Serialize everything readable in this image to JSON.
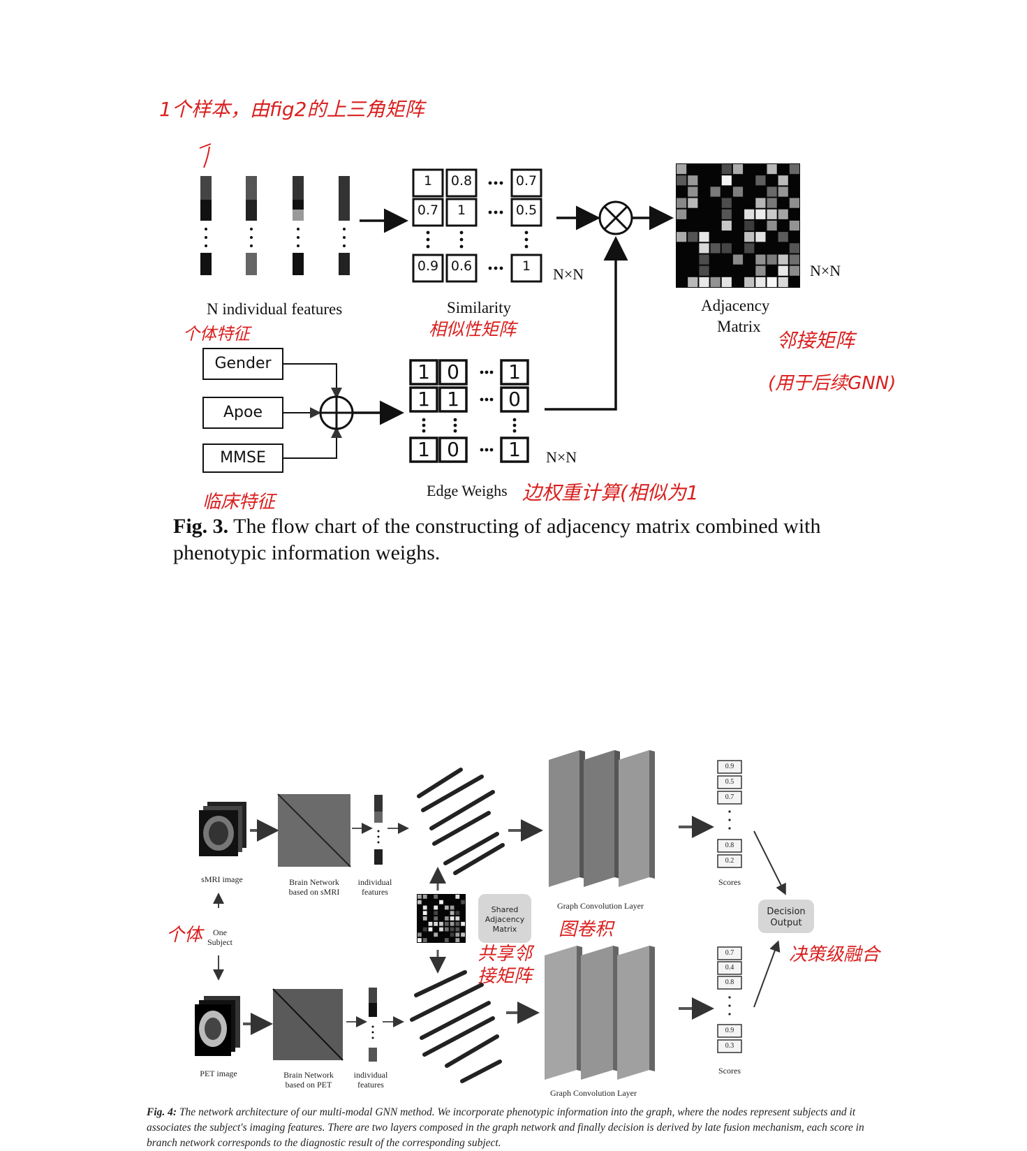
{
  "fig3": {
    "annotation_top": "1个样本，由fig2的上三角矩阵",
    "sim_values": [
      "1",
      "0.8",
      "0.7",
      "0.7",
      "1",
      "0.5",
      "0.9",
      "0.6",
      "1"
    ],
    "nxn": "N×N",
    "label_features": "N individual features",
    "label_similarity": "Similarity",
    "label_adjacency_1": "Adjacency",
    "label_adjacency_2": "Matrix",
    "pheno": [
      "Gender",
      "Apoe",
      "MMSE"
    ],
    "edge_values": [
      "1",
      "0",
      "1",
      "1",
      "1",
      "0",
      "1",
      "0",
      "1"
    ],
    "label_edge": "Edge Weighs",
    "hand_features": "个体特征",
    "hand_similarity": "相似性矩阵",
    "hand_adjacency": "邻接矩阵",
    "hand_gnn": "(用于后续GNN)",
    "hand_clinical": "临床特征",
    "hand_edge": "边权重计算(相似为1",
    "caption_label": "Fig. 3.",
    "caption_text": "The flow chart of  the constructing of adjacency matrix combined with phenotypic information weighs."
  },
  "fig4": {
    "smri_label": "sMRI image",
    "pet_label": "PET image",
    "bn_smri": "Brain Network based on sMRI",
    "bn_pet": "Brain Network based on PET",
    "indiv": "individual features",
    "one_subject": "One Subject",
    "shared": "Shared Adjacency Matrix",
    "gcl": "Graph Convolution Layer",
    "scores_label": "Scores",
    "scores_top": [
      "0.9",
      "0.5",
      "0.7",
      "0.8",
      "0.2"
    ],
    "scores_bot": [
      "0.7",
      "0.4",
      "0.8",
      "0.9",
      "0.3"
    ],
    "decision": "Decision Output",
    "hand_individual": "个体",
    "hand_gcn": "图卷积",
    "hand_shared": "共享邻接矩阵",
    "hand_decision": "决策级融合",
    "caption_label": "Fig. 4:",
    "caption_text": "The network architecture of our multi-modal GNN method. We incorporate phenotypic information into the graph, where the nodes represent subjects and it associates the subject's imaging features. There are two layers composed in the graph network and finally decision is derived by late fusion mechanism, each score in branch network corresponds to the diagnostic result of the corresponding subject."
  }
}
